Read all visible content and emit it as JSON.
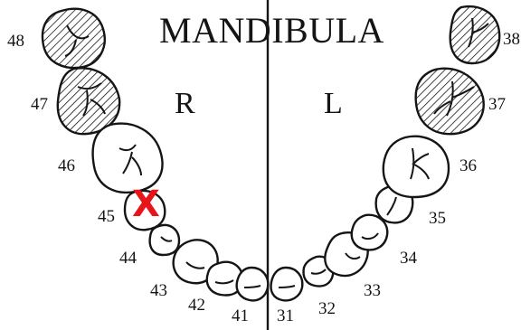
{
  "title": "MANDIBULA",
  "side_right": "R",
  "side_left": "L",
  "extraction_mark": "X",
  "mark_color": "#e8141c",
  "ink_color": "#151515",
  "teeth": [
    {
      "id": "48",
      "hatched": true
    },
    {
      "id": "47",
      "hatched": true
    },
    {
      "id": "46",
      "hatched": false
    },
    {
      "id": "45",
      "hatched": false,
      "marked": true
    },
    {
      "id": "44",
      "hatched": false
    },
    {
      "id": "43",
      "hatched": false
    },
    {
      "id": "42",
      "hatched": false
    },
    {
      "id": "41",
      "hatched": false
    },
    {
      "id": "31",
      "hatched": false
    },
    {
      "id": "32",
      "hatched": false
    },
    {
      "id": "33",
      "hatched": false
    },
    {
      "id": "34",
      "hatched": false
    },
    {
      "id": "35",
      "hatched": false
    },
    {
      "id": "36",
      "hatched": false
    },
    {
      "id": "37",
      "hatched": true
    },
    {
      "id": "38",
      "hatched": true
    }
  ]
}
